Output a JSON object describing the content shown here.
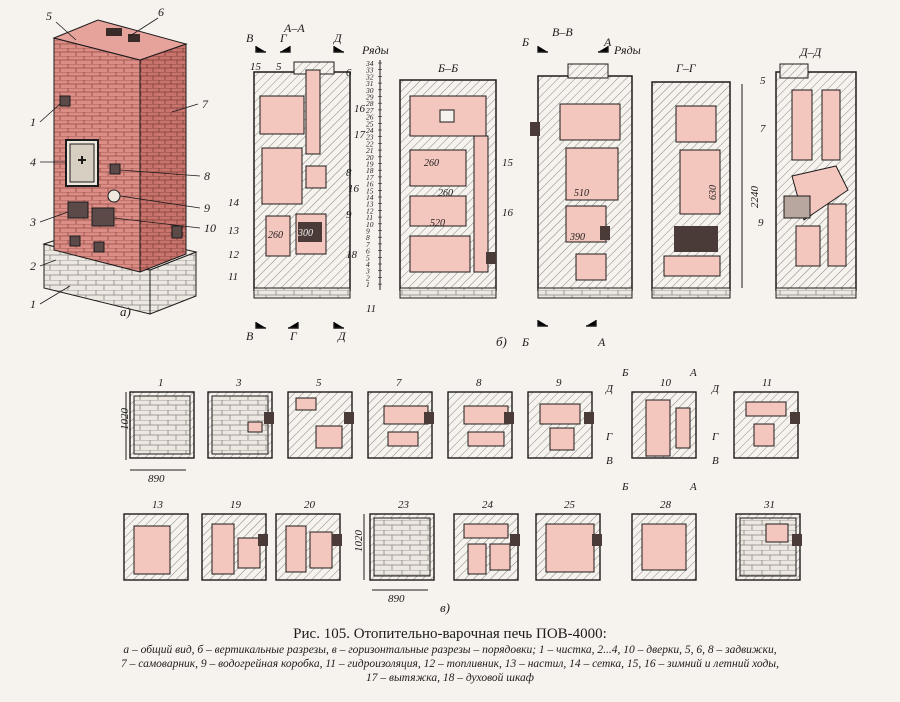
{
  "colors": {
    "brick": "#dc8d86",
    "brick_dark": "#c4645c",
    "ink": "#1d1b1b",
    "paper": "#f6f3ee",
    "hatch": "#8a8481",
    "pink": "#f3c6be"
  },
  "part_a": {
    "label": "а)",
    "callouts": [
      "5",
      "6",
      "1",
      "7",
      "4",
      "8",
      "9",
      "3",
      "10",
      "2",
      "1"
    ]
  },
  "part_b": {
    "label": "б)",
    "rows_label": "Ряды",
    "rows_left": [
      "34",
      "33",
      "32",
      "31",
      "30",
      "29",
      "28",
      "27",
      "26",
      "25",
      "24",
      "23",
      "22",
      "21",
      "20",
      "19",
      "18",
      "17",
      "16",
      "15",
      "14",
      "13",
      "12",
      "11",
      "10",
      "9",
      "8",
      "7",
      "6",
      "5",
      "4",
      "3",
      "2",
      "1"
    ],
    "section_titles": [
      "А–А",
      "Б–Б",
      "В–В",
      "Г–Г",
      "Д–Д"
    ],
    "sec_letters": [
      "В",
      "Г",
      "Д",
      "Б",
      "А"
    ],
    "callouts_left": [
      "15",
      "5",
      "6",
      "16",
      "17",
      "8",
      "16",
      "9",
      "14",
      "13",
      "12",
      "11",
      "18"
    ],
    "dims": [
      "260",
      "300",
      "260",
      "260",
      "520",
      "510",
      "390",
      "630",
      "2240"
    ],
    "extra": [
      "11"
    ]
  },
  "part_v": {
    "label": "в)",
    "rows": [
      "1",
      "3",
      "5",
      "7",
      "8",
      "9",
      "10",
      "11",
      "13",
      "19",
      "20",
      "23",
      "24",
      "25",
      "28",
      "31"
    ],
    "dim_width": "890",
    "dim_height": "1020",
    "side_letters": [
      "Б",
      "А",
      "Д",
      "Д",
      "Г",
      "Г",
      "В",
      "В",
      "Б",
      "А"
    ]
  },
  "caption": {
    "title": "Рис. 105. Отопительно-варочная печь ПОВ-4000:",
    "line1": "а – общий вид, б – вертикальные разрезы, в – горизонтальные разрезы – порядовки; 1 – чистка, 2...4, 10 – дверки, 5, 6, 8 – задвижки,",
    "line2": "7 – самоварник, 9 – водогрейная коробка, 11 – гидроизоляция, 12 – топливник, 13 – настил, 14 – сетка, 15, 16 – зимний и летний ходы,",
    "line3": "17 – вытяжка, 18 – духовой шкаф"
  }
}
